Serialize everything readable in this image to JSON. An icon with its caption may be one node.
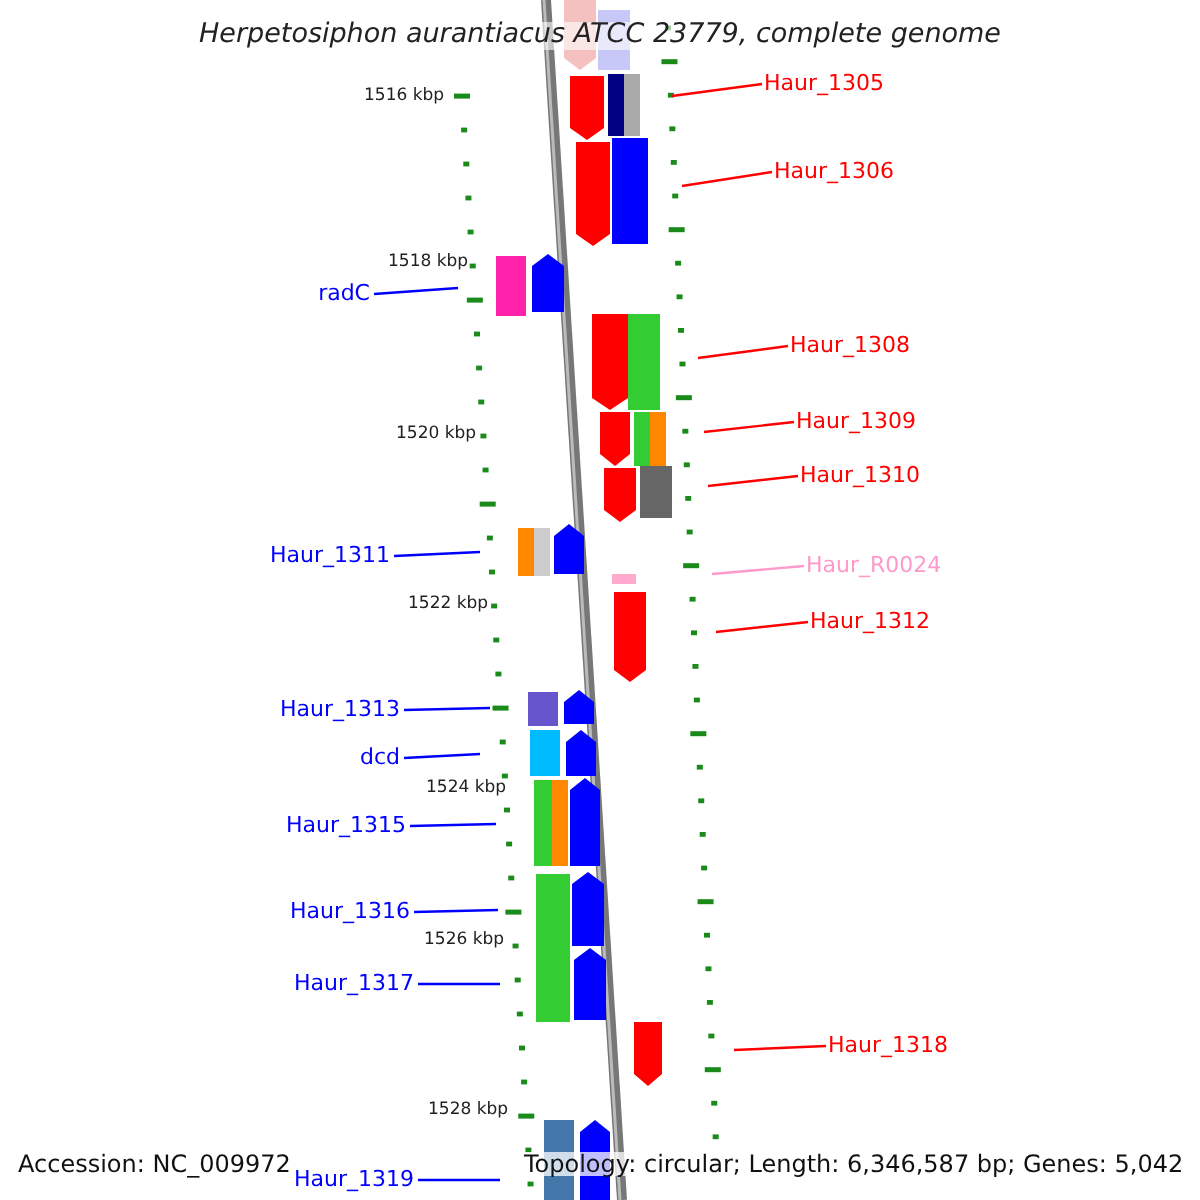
{
  "diagram": {
    "title": "Herpetosiphon aurantiacus ATCC 23779, complete genome",
    "nodes": [
      {
        "text": [
          "Haur_1305"
        ]
      },
      {
        "text": [
          "Haur_1306"
        ]
      },
      {
        "text": [
          "radC"
        ]
      },
      {
        "text": [
          "Haur_1308"
        ]
      },
      {
        "text": [
          "Haur_1309"
        ]
      },
      {
        "text": [
          "Haur_1310"
        ]
      },
      {
        "text": [
          "Haur_1311"
        ]
      },
      {
        "text": [
          "Haur_R0024"
        ]
      },
      {
        "text": [
          "Haur_1312"
        ]
      },
      {
        "text": [
          "Haur_1313"
        ]
      },
      {
        "text": [
          "dcd"
        ]
      },
      {
        "text": [
          "Haur_1315"
        ]
      },
      {
        "text": [
          "Haur_1316"
        ]
      },
      {
        "text": [
          "Haur_1317"
        ]
      },
      {
        "text": [
          "Haur_1318"
        ]
      },
      {
        "text": [
          "Haur_1319"
        ]
      }
    ],
    "edges": [
      {
        "from": 0,
        "to": null,
        "arrow": "none",
        "color": "#ff0000"
      },
      {
        "from": 1,
        "to": null,
        "arrow": "none",
        "color": "#ff0000"
      },
      {
        "from": 2,
        "to": null,
        "arrow": "none"
      },
      {
        "from": 3,
        "to": null,
        "arrow": "none",
        "color": "#ff0000"
      },
      {
        "from": 4,
        "to": null,
        "arrow": "none",
        "color": "#ff0000"
      },
      {
        "from": 5,
        "to": null,
        "arrow": "none",
        "color": "#ff0000"
      },
      {
        "from": 6,
        "to": null,
        "arrow": "none"
      },
      {
        "from": 7,
        "to": null,
        "arrow": "none",
        "color": "#ff99cc"
      },
      {
        "from": 8,
        "to": null,
        "arrow": "none",
        "color": "#ff0000"
      },
      {
        "from": 9,
        "to": null,
        "arrow": "none"
      },
      {
        "from": 10,
        "to": null,
        "arrow": "none"
      },
      {
        "from": 11,
        "to": null,
        "arrow": "none"
      },
      {
        "from": 12,
        "to": null,
        "arrow": "none"
      },
      {
        "from": 13,
        "to": null,
        "arrow": "none"
      },
      {
        "from": 14,
        "to": null,
        "arrow": "none",
        "color": "#ff0000"
      },
      {
        "from": 15,
        "to": null,
        "arrow": "none"
      }
    ],
    "labels": [
      "1516 kbp",
      "1518 kbp",
      "1520 kbp",
      "1522 kbp",
      "1524 kbp",
      "1526 kbp",
      "1528 kbp",
      "Accession: NC_009972",
      "Topology: circular; Length: 6,346,587 bp; Genes: 5,042"
    ]
  }
}
